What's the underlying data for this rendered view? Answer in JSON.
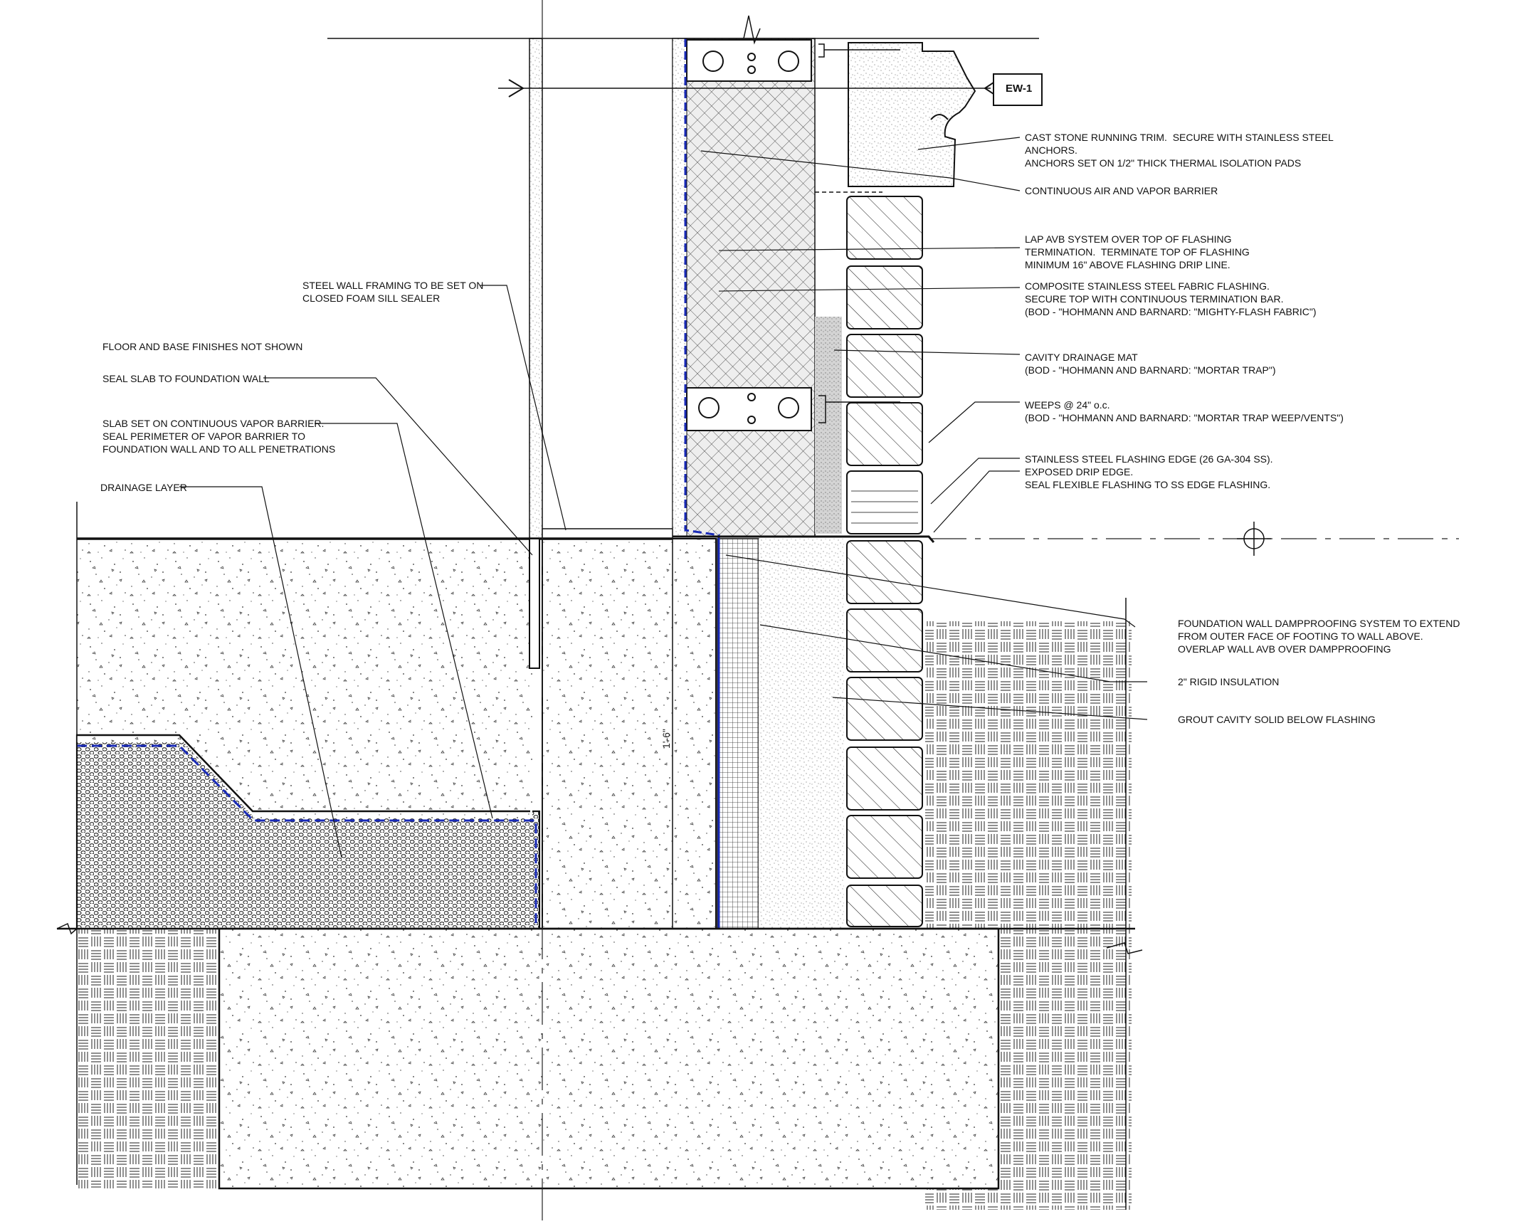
{
  "section_tag": "EW-1",
  "dimension_label": "1'-6\"",
  "notes": {
    "steel_wall_framing": "STEEL WALL FRAMING TO BE SET ON\nCLOSED FOAM SILL SEALER",
    "floor_finishes": "FLOOR AND BASE FINISHES NOT SHOWN",
    "seal_slab": "SEAL SLAB TO FOUNDATION WALL",
    "slab_vapor_barrier": "SLAB SET ON CONTINUOUS VAPOR BARRIER.\nSEAL PERIMETER OF VAPOR BARRIER TO\nFOUNDATION WALL AND TO ALL PENETRATIONS",
    "drainage_layer": "DRAINAGE LAYER",
    "cast_stone": "CAST STONE RUNNING TRIM.  SECURE WITH STAINLESS STEEL\nANCHORS.\nANCHORS SET ON 1/2\" THICK THERMAL ISOLATION PADS",
    "air_vapor_barrier": "CONTINUOUS AIR AND VAPOR BARRIER",
    "lap_avb": "LAP AVB SYSTEM OVER TOP OF FLASHING\nTERMINATION.  TERMINATE TOP OF FLASHING\nMINIMUM 16\" ABOVE FLASHING DRIP LINE.",
    "composite_flashing": "COMPOSITE STAINLESS STEEL FABRIC FLASHING.\nSECURE TOP WITH CONTINUOUS TERMINATION BAR.\n(BOD - \"HOHMANN AND BARNARD: \"MIGHTY-FLASH FABRIC\")",
    "cavity_drainage_mat": "CAVITY DRAINAGE MAT\n(BOD - \"HOHMANN AND BARNARD: \"MORTAR TRAP\")",
    "weeps": "WEEPS @ 24\" o.c.\n(BOD - \"HOHMANN AND BARNARD: \"MORTAR TRAP WEEP/VENTS\")",
    "ss_flashing_edge": "STAINLESS STEEL FLASHING EDGE (26 GA-304 SS).\nEXPOSED DRIP EDGE.\nSEAL FLEXIBLE FLASHING TO SS EDGE FLASHING.",
    "dampproofing": "FOUNDATION WALL DAMPPROOFING SYSTEM TO EXTEND\nFROM OUTER FACE OF FOOTING TO WALL ABOVE.\nOVERLAP WALL AVB OVER DAMPPROOFING",
    "rigid_insulation": "2\" RIGID INSULATION",
    "grout_cavity": "GROUT CAVITY SOLID BELOW FLASHING"
  },
  "colors": {
    "line": "#111111",
    "barrier": "#1a2bb8",
    "drain_mat": "#c8c8c8"
  }
}
